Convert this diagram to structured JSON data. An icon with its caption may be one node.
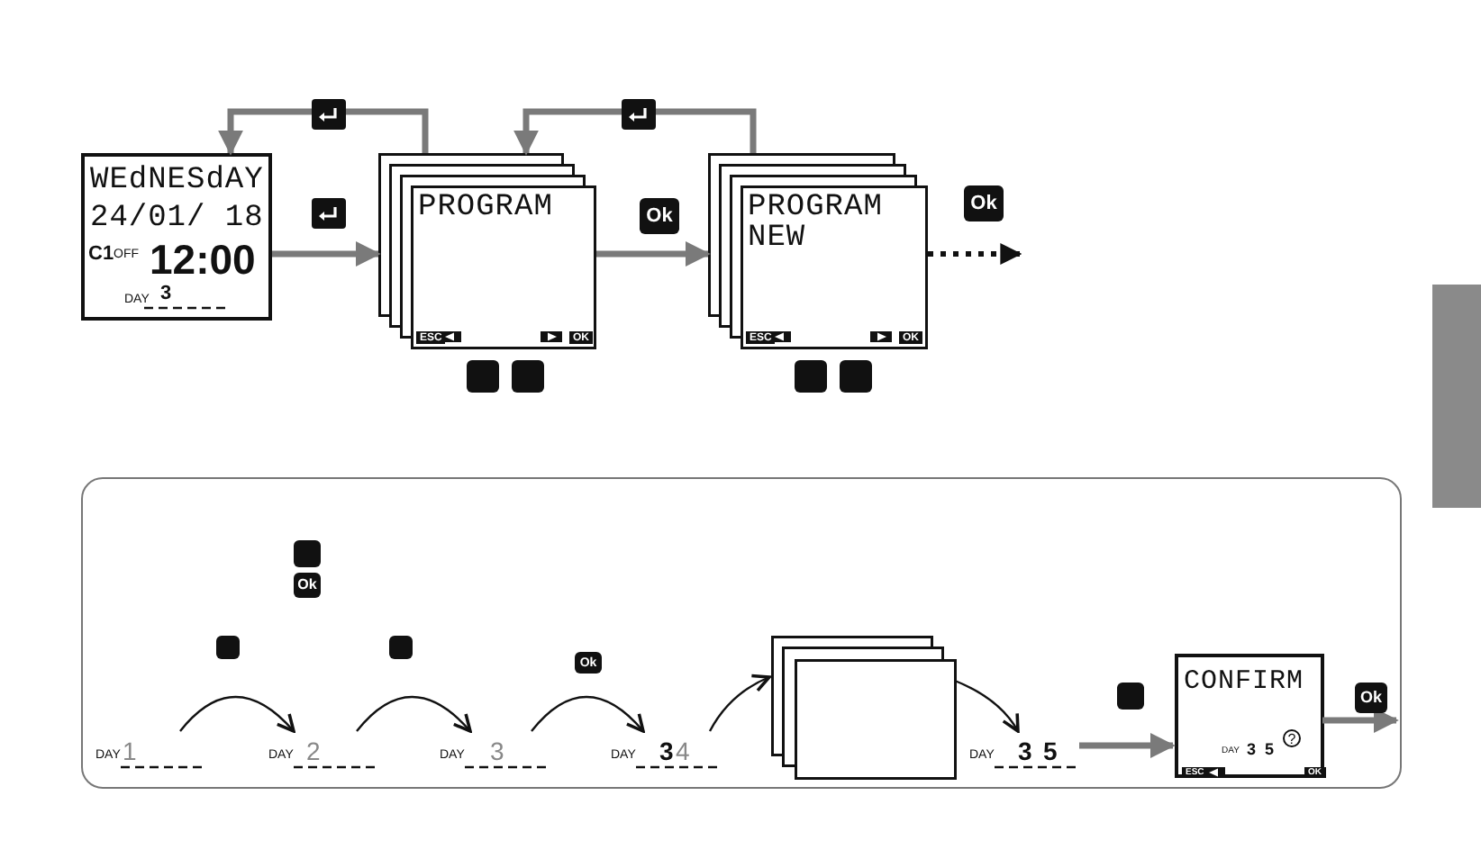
{
  "diagram": {
    "nodes": [
      {
        "text": [
          "WEdNESdAY",
          "24/01/ 18",
          "C1",
          "OFF",
          "12:00",
          "DAY",
          "3"
        ]
      },
      {
        "text": [
          "PROGRAM",
          "ESC",
          "OK"
        ]
      },
      {
        "text": [
          "PROGRAM NEW",
          "ESC",
          "OK"
        ]
      },
      {
        "text": [],
        "shape": "box"
      },
      {
        "text": [
          "DAY",
          "1"
        ],
        "in": 3
      },
      {
        "text": [
          "DAY",
          "2"
        ],
        "in": 3
      },
      {
        "text": [
          "DAY",
          "3"
        ],
        "in": 3
      },
      {
        "text": [
          "DAY",
          "3",
          "4"
        ],
        "in": 3
      },
      {
        "text": [],
        "shape": "box",
        "in": 3
      },
      {
        "text": [
          "DAY",
          "3",
          "5"
        ],
        "in": 3
      },
      {
        "text": [
          "CONFIRM",
          "?",
          "DAY",
          "3",
          "5",
          "ESC",
          "OK"
        ],
        "in": 3
      },
      {
        "text": [],
        "shape": "bar"
      }
    ],
    "edges": [
      {
        "from": 0,
        "to": 1,
        "arrow": "to",
        "color": "#7a7a7a"
      },
      {
        "from": 1,
        "to": 0,
        "arrow": "to",
        "color": "#7a7a7a"
      },
      {
        "from": 2,
        "to": 1,
        "arrow": "to",
        "color": "#7a7a7a"
      },
      {
        "from": 1,
        "to": 2,
        "label": "Ok",
        "arrow": "to",
        "color": "#7a7a7a"
      },
      {
        "from": 2,
        "to": null,
        "label": "Ok",
        "arrow": "to",
        "style": "dashed",
        "color": "#111111"
      },
      {
        "from": 4,
        "to": 5,
        "arrow": "to",
        "color": "#111111"
      },
      {
        "from": 5,
        "to": 6,
        "arrow": "to",
        "color": "#111111"
      },
      {
        "from": 6,
        "to": 7,
        "label": "Ok",
        "arrow": "to",
        "color": "#111111"
      },
      {
        "from": 7,
        "to": 8,
        "arrow": "to",
        "color": "#111111"
      },
      {
        "from": 8,
        "to": 9,
        "arrow": "to",
        "color": "#111111"
      },
      {
        "from": 9,
        "to": 10,
        "arrow": "to",
        "color": "#7a7a7a"
      },
      {
        "from": 10,
        "to": null,
        "label": "Ok",
        "arrow": "to",
        "color": "#7a7a7a"
      }
    ],
    "labels": [
      "Ok"
    ]
  }
}
